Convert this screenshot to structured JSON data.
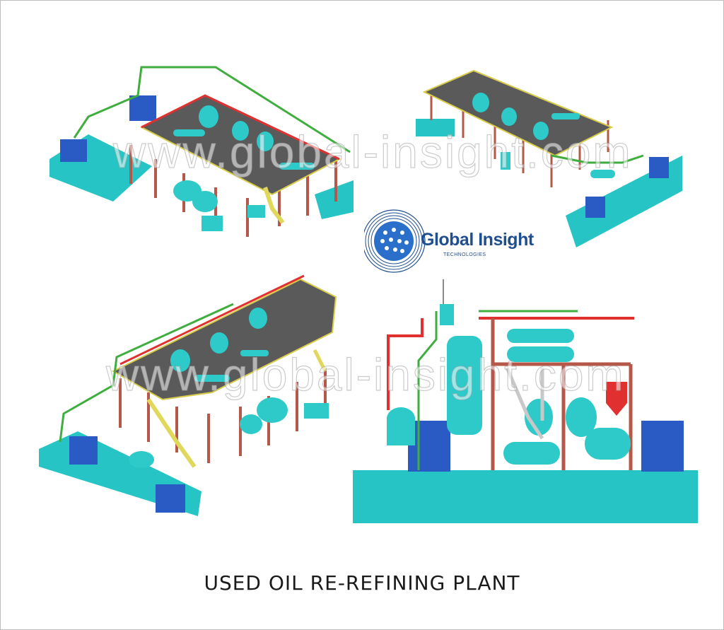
{
  "watermark": {
    "text_top": "www.global-insight.com",
    "text_bottom": "www.global-insight.com"
  },
  "logo": {
    "name": "Global Insight",
    "subtitle": "TECHNOLOGIES"
  },
  "caption": "USED OIL RE-REFINING PLANT",
  "colors": {
    "platform": "#5a5a5a",
    "structure": "#b5584a",
    "vessel": "#2ec9c9",
    "base": "#26c4c4",
    "blower": "#2a5bc4",
    "pipe_green": "#3fae3f",
    "pipe_red": "#e03030",
    "rail": "#d8cc4a",
    "logo_blue": "#1f4f8f"
  }
}
